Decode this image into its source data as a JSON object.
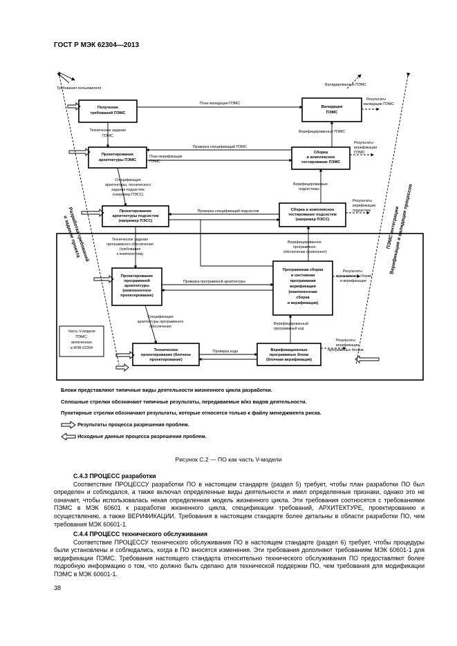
{
  "header": "ГОСТ Р МЭК 62304—2013",
  "diagram": {
    "boxes": {
      "requirements": [
        "Получение",
        "требований ПЭМС"
      ],
      "architecture": [
        "Проектирование",
        "архитектуры ПЭМС"
      ],
      "subsystem_arch": [
        "Проектирование",
        "архитектуры подсистем",
        "(например ПЭСС)"
      ],
      "sw_arch": [
        "Проектирование",
        "программной",
        "архитектуры",
        "(компонентное",
        "проектирование)"
      ],
      "detailed": [
        "Техническое",
        "проектирование (блочное",
        "проектирование)"
      ],
      "validation": [
        "Валидация",
        "ПЭМС"
      ],
      "integration": [
        "Сборка",
        "и комплексное",
        "тестирование ПЭМС"
      ],
      "subsystem_int": [
        "Сборка и комплексное",
        "тестирование подсистем",
        "(например ПЭСС)"
      ],
      "sw_integration": [
        "Программная сборка",
        "и системная",
        "программная",
        "верификация",
        "(компонентная",
        "сборка",
        "и верификация)"
      ],
      "unit_verif": [
        "Верификационные",
        "программные блоки",
        "(блочная верификация)"
      ],
      "v_model_part": [
        "Часть V-модели",
        "ПЭМС,",
        "включенная",
        "в МЭК 62304"
      ]
    },
    "labels": {
      "user_req": "Требования пользователя",
      "validated": "Валидированные ПЭМС",
      "validation_plan": "План валидации ПЭМС",
      "results1": [
        "Результаты",
        "валидации ПЭМС"
      ],
      "tech_req": [
        "Техническое задание",
        "ПЭМС"
      ],
      "verified_pems": "Верифицированные ПЭМС",
      "check_spec_pems": "Проверка спецификаций ПЭМС",
      "results2": [
        "Результаты",
        "верификации",
        "ПЭМС"
      ],
      "verification_plan": [
        "План верификации",
        "ПЭМС"
      ],
      "arch_spec": [
        "Спецификация",
        "архитектуры, технического",
        "задания подсистем",
        "(например ПЭСС)"
      ],
      "verified_subsys": [
        "Верифицированные",
        "подсистемы"
      ],
      "check_spec_subsys": "Проверка спецификаций подсистем",
      "results3": [
        "Результаты",
        "верификации",
        "подсистем"
      ],
      "sw_req": [
        "Техническое задание",
        "программного обеспечения",
        "(требования",
        "к компонентам)"
      ],
      "verified_sw": [
        "Верифицированное",
        "программное",
        "обеспечение (компонент)"
      ],
      "check_sw_arch": "Проверка программной архитектуры",
      "results4": [
        "Результаты",
        "программной сборки",
        "и верификации"
      ],
      "sw_arch_spec": [
        "Спецификация",
        "архитектуры программного",
        "обеспечения"
      ],
      "verified_units": [
        "Верифицированный",
        "программный код"
      ],
      "code_review": "Проверка кода",
      "results5": [
        "Результаты",
        "верификации",
        "программных блоков"
      ],
      "left_side": [
        "Разработка требований",
        "и задание проекта"
      ],
      "right_side": [
        "ПЭМС интеграции",
        "Верификация и валидация процессов"
      ]
    }
  },
  "legend": {
    "blocks": "Блоки представляют типичные виды деятельности жизненного цикла разработки.",
    "solid": "Сплошные стрелки обозначают типичные результаты, передаваемые в/из видов деятельности.",
    "dashed": "Пунктирные стрелки обозначают результаты, которые относятся только к файлу менеджмента риска.",
    "outputs": "Результаты процесса разрешения проблем.",
    "inputs": "Исходные данные процесса разрешения проблем."
  },
  "caption": "Рисунок С.2 — ПО как часть V-модели",
  "sections": [
    {
      "heading": "С.4.3 ПРОЦЕСС разработки",
      "text": "Соответствие ПРОЦЕССУ разработки ПО в настоящем стандарте (раздел 5) требует, чтобы план разработки ПО был определен и соблюдался, а также включал определенные виды деятельности и имел определенные признаки, однако это не означает, чтобы использовалась некая определенная модель жизненного цикла. Эти требования соотносятся с требованиями ПЭМС в МЭК 60601 к разработке жизненного цикла, спецификации требований, АРХИТЕКТУРЕ, проектированию и осуществлению, а также ВЕРИФИКАЦИИ. Требования в настоящем стандарте более детальны в области разработки ПО, чем требования МЭК 60601-1."
    },
    {
      "heading": "С.4.4 ПРОЦЕСС технического обслуживания",
      "text": "Соответствие ПРОЦЕССУ технического обслуживания ПО в настоящем стандарте (раздел 6) требует, чтобы процедуры были установлены и соблюдались, когда в ПО вносятся изменения. Эти требования дополняют требованиям МЭК 60601-1 для модификации ПЭМС. Требования настоящего стандарта относительно технического обслуживания ПО предоставляют более подробную информацию о том, что должно быть сделано для технической поддержки ПО, чем требования для модификации ПЭМС в МЭК 60601-1."
    }
  ],
  "page_number": "38"
}
